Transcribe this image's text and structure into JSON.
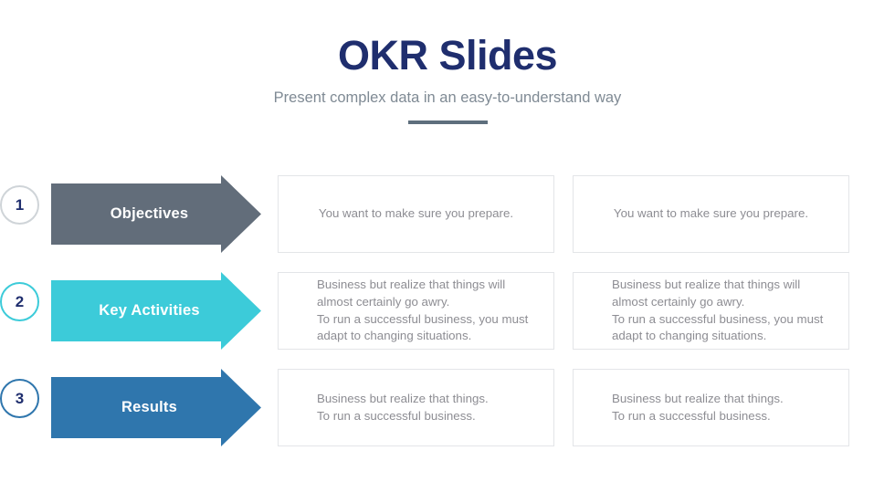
{
  "header": {
    "title": "OKR Slides",
    "subtitle": "Present complex data in an easy-to-understand way"
  },
  "colors": {
    "title": "#1f2e6e",
    "subtitle": "#7f8a94",
    "divider": "#5e6f7d",
    "body_text": "#8d8d93",
    "box_border": "#e3e5e8",
    "row1_arrow": "#626d7a",
    "row2_arrow": "#3ccbd9",
    "row3_arrow": "#2f76ad",
    "circle_number": "#1f2e6e"
  },
  "rows": [
    {
      "number": "1",
      "label": "Objectives",
      "arrow_color": "#626d7a",
      "circle_border": "#cfd4d8",
      "align": "center",
      "left_text": "You want to make sure you prepare.",
      "right_text": "You want to make sure you prepare."
    },
    {
      "number": "2",
      "label": "Key Activities",
      "arrow_color": "#3ccbd9",
      "circle_border": "#3ccbd9",
      "align": "left",
      "left_text": "Business but realize that things will\nalmost certainly go awry.\nTo run a successful business, you must\nadapt to changing situations.",
      "right_text": "Business but realize that things will\nalmost certainly go awry.\nTo run a successful business, you must\nadapt to changing situations."
    },
    {
      "number": "3",
      "label": "Results",
      "arrow_color": "#2f76ad",
      "circle_border": "#2f76ad",
      "align": "left",
      "left_text": "Business but realize that things.\nTo run a successful business.",
      "right_text": "Business but realize that things.\nTo run a successful business."
    }
  ]
}
